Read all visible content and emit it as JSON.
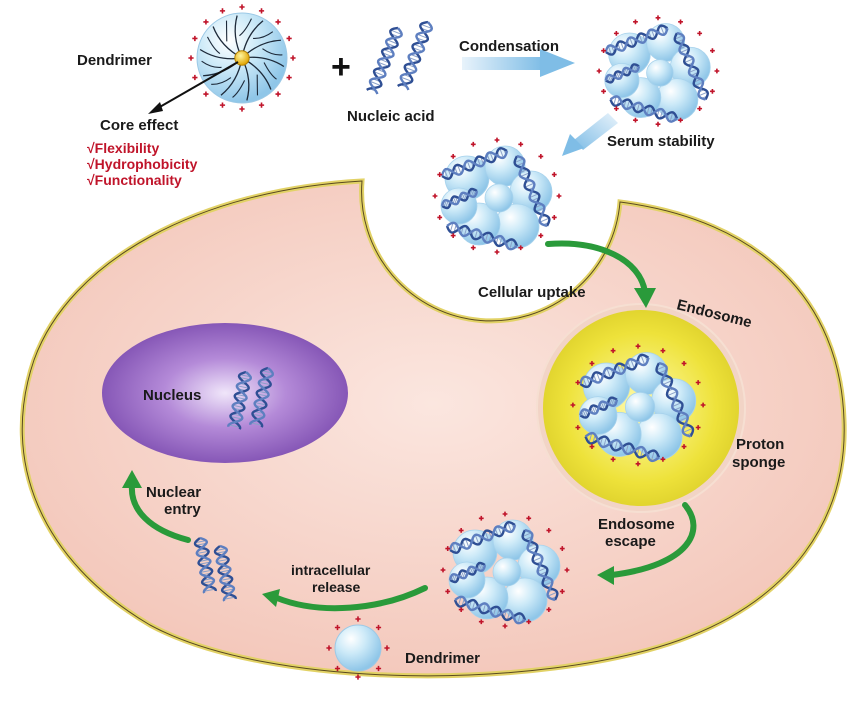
{
  "labels": {
    "dendrimer_top": "Dendrimer",
    "plus": "+",
    "condensation": "Condensation",
    "core_effect": "Core effect",
    "nucleic_acid": "Nucleic acid",
    "serum_stability": "Serum stability",
    "cellular_uptake": "Cellular uptake",
    "endosome": "Endosome",
    "nucleus": "Nucleus",
    "proton_line1": "Proton",
    "proton_line2": "sponge",
    "nuclear_line1": "Nuclear",
    "nuclear_line2": "entry",
    "escape_line1": "Endosome",
    "escape_line2": "escape",
    "release_line1": "intracellular",
    "release_line2": "release",
    "dendrimer_bottom": "Dendrimer"
  },
  "core_effects": [
    "√Flexibility",
    "√Hydrophobicity",
    "√Functionality"
  ],
  "colors": {
    "cell_fill": "#f7d3c9",
    "cell_border": "#e8d870",
    "nucleus": "#9a68c4",
    "endosome": "#efe640",
    "arrow_green": "#2a9a3a",
    "sphere": "#b9def2",
    "charge": "#c0142a",
    "dna": "#3b5fa6",
    "text_red": "#c0142a"
  },
  "icons": [
    "dendrimer-icon",
    "dna-strand-icon",
    "polyplex-icon",
    "condensation-arrow-icon",
    "curved-arrow-icon"
  ]
}
